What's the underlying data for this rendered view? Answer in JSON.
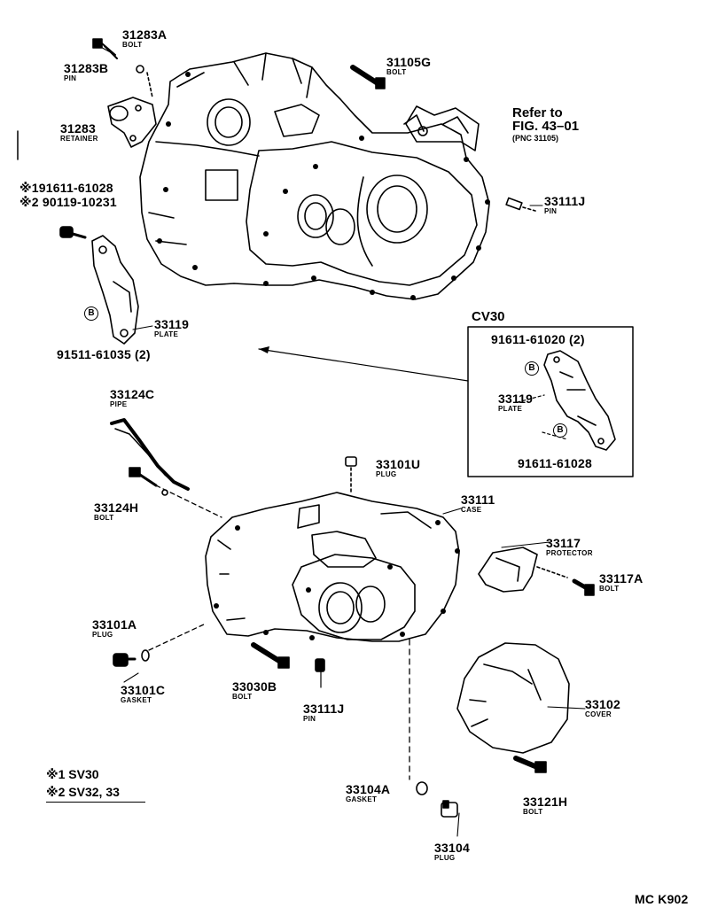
{
  "labels": {
    "p31283A": {
      "num": "31283A",
      "name": "BOLT"
    },
    "p31283B": {
      "num": "31283B",
      "name": "PIN"
    },
    "p31283": {
      "num": "31283",
      "name": "RETAINER"
    },
    "p31105G": {
      "num": "31105G",
      "name": "BOLT"
    },
    "refer": {
      "line1": "Refer to",
      "line2": "FIG. 43–01",
      "line3": "(PNC 31105)"
    },
    "p191611": {
      "num": "※191611-61028"
    },
    "p290119": {
      "num": "※2 90119-10231"
    },
    "p33111J_top": {
      "num": "33111J",
      "name": "PIN"
    },
    "p33119": {
      "num": "33119",
      "name": "PLATE"
    },
    "p91511": {
      "num": "91511-61035 (2)",
      "badge": "B"
    },
    "cv30": {
      "title": "CV30",
      "p91611a": {
        "num": "91611-61020 (2)",
        "badge": "B"
      },
      "p33119": {
        "num": "33119",
        "name": "PLATE"
      },
      "p91611b": {
        "num": "91611-61028",
        "badge": "B"
      }
    },
    "p33124C": {
      "num": "33124C",
      "name": "PIPE"
    },
    "p33124H": {
      "num": "33124H",
      "name": "BOLT"
    },
    "p33101U": {
      "num": "33101U",
      "name": "PLUG"
    },
    "p33111": {
      "num": "33111",
      "name": "CASE"
    },
    "p33117": {
      "num": "33117",
      "name": "PROTECTOR"
    },
    "p33117A": {
      "num": "33117A",
      "name": "BOLT"
    },
    "p33101A": {
      "num": "33101A",
      "name": "PLUG"
    },
    "p33101C": {
      "num": "33101C",
      "name": "GASKET"
    },
    "p33030B": {
      "num": "33030B",
      "name": "BOLT"
    },
    "p33111J_bot": {
      "num": "33111J",
      "name": "PIN"
    },
    "p33102": {
      "num": "33102",
      "name": "COVER"
    },
    "p33104A": {
      "num": "33104A",
      "name": "GASKET"
    },
    "p33121H": {
      "num": "33121H",
      "name": "BOLT"
    },
    "p33104": {
      "num": "33104",
      "name": "PLUG"
    }
  },
  "footnotes": {
    "n1": "※1 SV30",
    "n2": "※2 SV32, 33"
  },
  "code": "MC K902"
}
